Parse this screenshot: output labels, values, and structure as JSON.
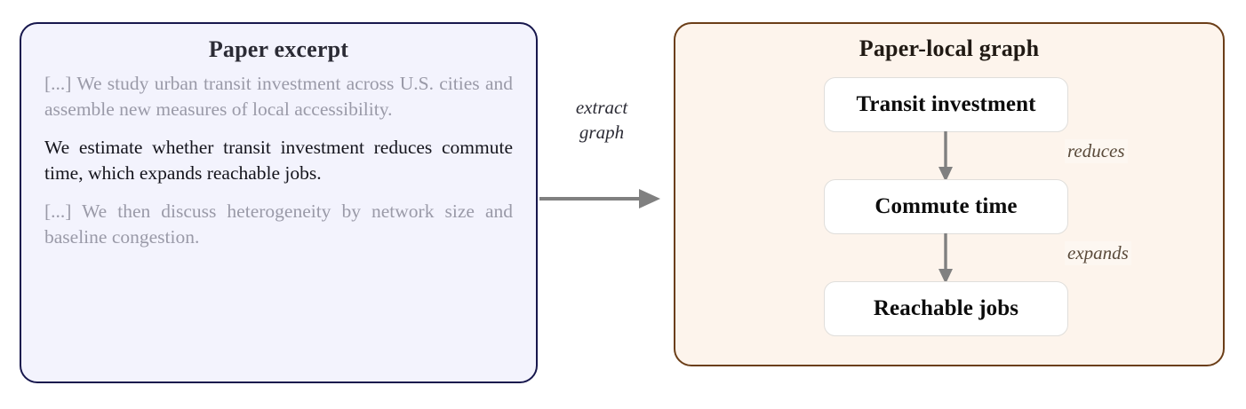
{
  "excerpt": {
    "title": "Paper excerpt",
    "paragraphs": [
      {
        "text": "[...] We study urban transit investment across U.S. cities and assemble new measures of local accessibility.",
        "emphasis": "muted"
      },
      {
        "text": "We estimate whether transit investment reduces commute time, which expands reachable jobs.",
        "emphasis": "highlight"
      },
      {
        "text": "[...] We then discuss heterogeneity by network size and baseline congestion.",
        "emphasis": "muted"
      }
    ]
  },
  "transition": {
    "label_line_1": "extract",
    "label_line_2": "graph",
    "arrow_icon": "arrow-right-icon",
    "arrow_color": "#808080"
  },
  "graph": {
    "title": "Paper-local graph",
    "nodes": [
      {
        "label": "Transit investment"
      },
      {
        "label": "Commute time"
      },
      {
        "label": "Reachable jobs"
      }
    ],
    "edges": [
      {
        "label": "reduces",
        "icon": "arrow-down-icon",
        "from": "Transit investment",
        "to": "Commute time"
      },
      {
        "label": "expands",
        "icon": "arrow-down-icon",
        "from": "Commute time",
        "to": "Reachable jobs"
      }
    ]
  },
  "colors": {
    "excerpt_border": "#17174d",
    "excerpt_fill": "#f3f3fd",
    "graph_border": "#6b3e18",
    "graph_fill": "#fdf4ec",
    "node_fill": "#ffffff",
    "node_border": "#e0dedb",
    "muted_text": "#9a9aa8",
    "edge_label_text": "#5a4a3a",
    "arrow": "#808080"
  }
}
